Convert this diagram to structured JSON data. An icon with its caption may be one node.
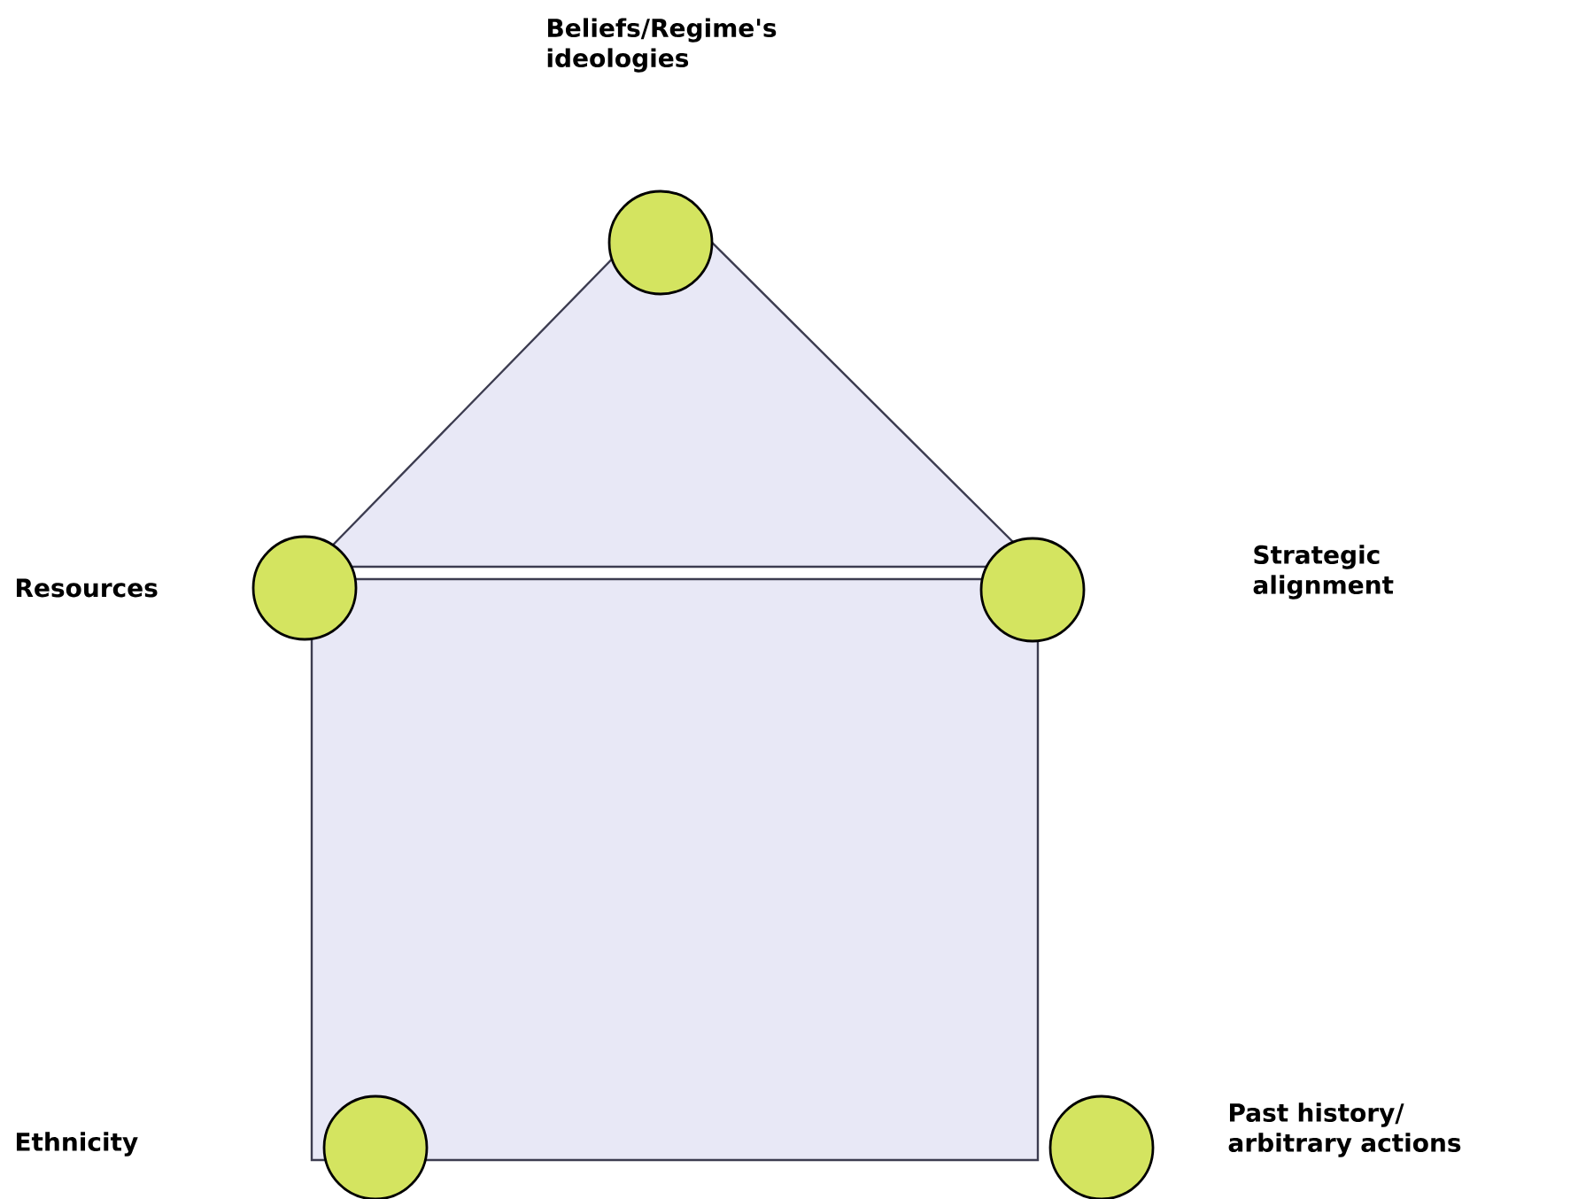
{
  "diagram": {
    "nodes": [
      {
        "text": [],
        "shape": "circle"
      },
      {
        "text": [],
        "shape": "circle"
      },
      {
        "text": [],
        "shape": "circle"
      },
      {
        "text": [],
        "shape": "circle"
      },
      {
        "text": [],
        "shape": "circle"
      }
    ],
    "labels": [
      "Beliefs/Regime's ideologies",
      "Resources",
      "Strategic alignment",
      "Ethnicity",
      "Past history/ arbitrary actions"
    ]
  }
}
